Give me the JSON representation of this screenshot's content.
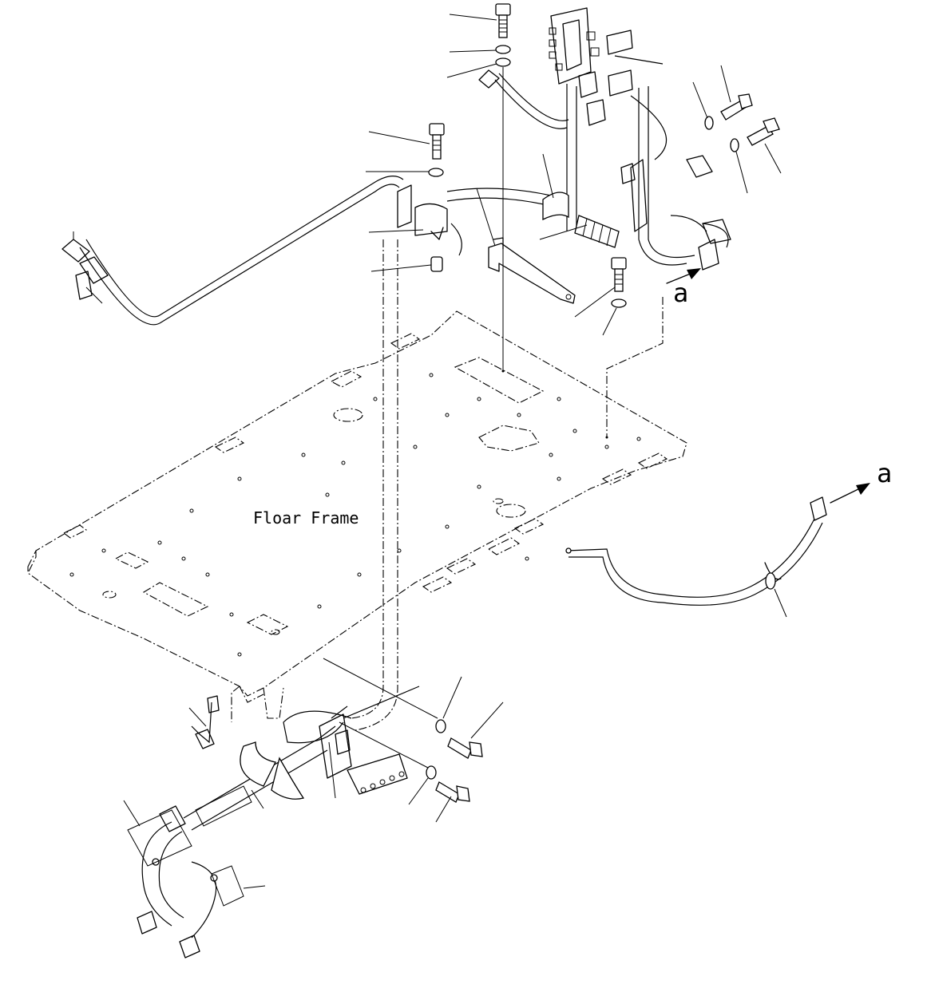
{
  "diagram": {
    "frame_label": "Floar Frame",
    "view_marker_top": "a",
    "view_marker_detail": "a"
  }
}
